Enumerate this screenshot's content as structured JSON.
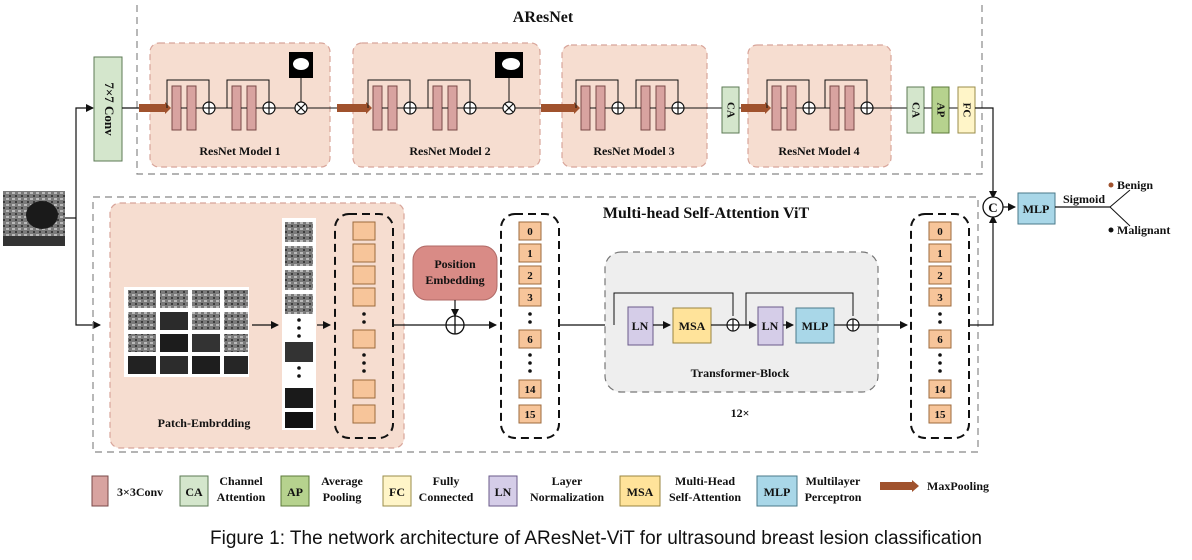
{
  "aresnet": {
    "title": "AResNet",
    "conv7": "7×7 Conv",
    "blocks": [
      "ResNet Model 1",
      "ResNet Model 2",
      "ResNet Model 3",
      "ResNet Model 4"
    ],
    "ca": "CA",
    "ap": "AP",
    "fc": "FC"
  },
  "vit": {
    "title": "Multi-head Self-Attention ViT",
    "position_embedding": "Position Embedding",
    "patch_embedding": "Patch-Embrdding",
    "tokens_a": [
      "0",
      "1",
      "2",
      "3",
      "6",
      "14",
      "15"
    ],
    "tokens_b": [
      "0",
      "1",
      "2",
      "3",
      "6",
      "14",
      "15"
    ],
    "transformer": {
      "ln": "LN",
      "msa": "MSA",
      "mlp": "MLP",
      "label": "Transformer-Block",
      "repeat": "12×"
    }
  },
  "fusion": {
    "concat": "C",
    "mlp": "MLP",
    "sigmoid": "Sigmoid",
    "benign": "Benign",
    "malignant": "Malignant"
  },
  "legend": {
    "conv": "3×3Conv",
    "ca_abbr": "CA",
    "ca_text": "Channel Attention",
    "ap_abbr": "AP",
    "ap_text": "Average Pooling",
    "fc_abbr": "FC",
    "fc_text": "Fully Connected",
    "ln_abbr": "LN",
    "ln_text": "Layer Normalization",
    "msa_abbr": "MSA",
    "msa_text": "Multi-Head Self-Attention",
    "mlp_abbr": "MLP",
    "mlp_text": "Multilayer Perceptron",
    "maxpool": "MaxPooling"
  },
  "caption": "Figure 1: The network architecture of AResNet-ViT for ultrasound breast lesion classification",
  "colors": {
    "block_bg": "#f6ddd0",
    "conv": "#d8a3a0",
    "ca": "#d4e6cc",
    "ap": "#b6d28e",
    "fc": "#fff5c8",
    "ln": "#d5cde8",
    "msa": "#ffe39a",
    "mlp": "#a9d7e8",
    "arrow_brown": "#a0522d",
    "pe": "#d98b86",
    "token": "#f7c59a"
  }
}
